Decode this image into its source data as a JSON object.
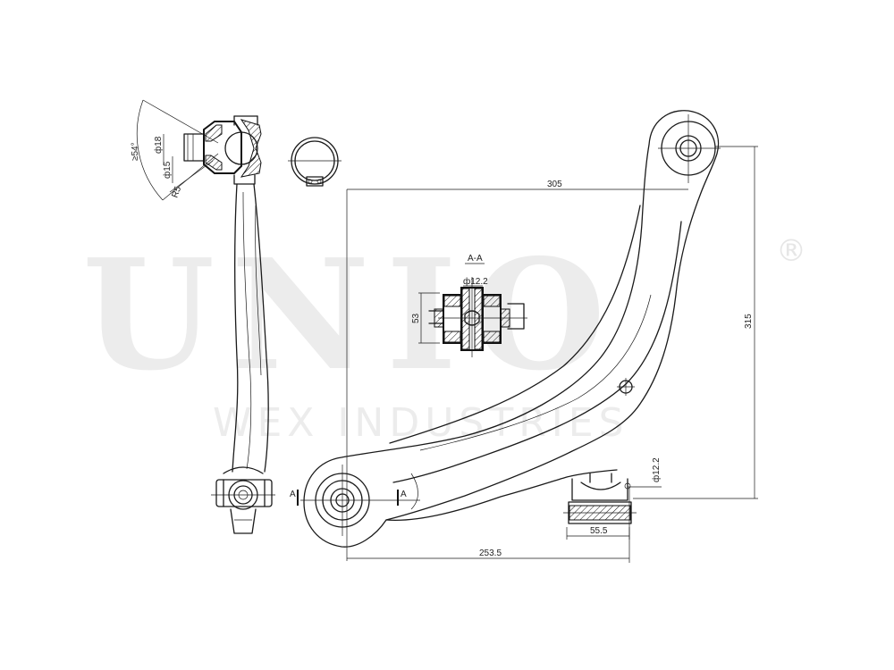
{
  "watermark": {
    "brand": "UNIO",
    "registered": "®",
    "subtitle": "WEX INDUSTRIES"
  },
  "section_view": {
    "title": "A-A",
    "diameter": "ф12.2",
    "height": "53"
  },
  "side_view": {
    "angle": "≥54°",
    "diameter_18": "ф18",
    "diameter_15": "ф15",
    "radius": "R5"
  },
  "main_view": {
    "width_top": "305",
    "height": "315",
    "width_bottom": "253.5",
    "bushing_width": "55.5",
    "bushing_diameter": "ф12.2",
    "section_mark_left": "A",
    "section_mark_right": "A"
  }
}
